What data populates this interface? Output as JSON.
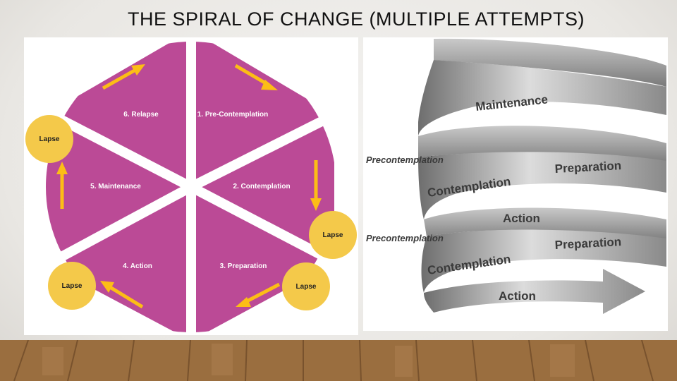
{
  "slide": {
    "title": "THE SPIRAL OF CHANGE (MULTIPLE ATTEMPTS)"
  },
  "colors": {
    "segment": "#bb4a96",
    "lapse": "#f4c94a",
    "arrow": "#fcbd16",
    "ribbon_light": "#d8d8d8",
    "ribbon_dark": "#6e6e6e",
    "ribbon_text": "#3a3a3a"
  },
  "wheel": {
    "segments": [
      {
        "label": "1. Pre-Contemplation"
      },
      {
        "label": "2. Contemplation"
      },
      {
        "label": "3. Preparation"
      },
      {
        "label": "4. Action"
      },
      {
        "label": "5. Maintenance"
      },
      {
        "label": "6. Relapse"
      }
    ],
    "lapses": [
      {
        "label": "Lapse"
      },
      {
        "label": "Lapse"
      },
      {
        "label": "Lapse"
      },
      {
        "label": "Lapse"
      }
    ],
    "arrow_icons": [
      "arrow-icon",
      "arrow-icon",
      "arrow-icon",
      "arrow-icon",
      "arrow-icon",
      "arrow-icon"
    ]
  },
  "spiral": {
    "labels": [
      {
        "text": "Maintenance"
      },
      {
        "text": "Precontemplation"
      },
      {
        "text": "Contemplation"
      },
      {
        "text": "Preparation"
      },
      {
        "text": "Action"
      },
      {
        "text": "Precontemplation"
      },
      {
        "text": "Contemplation"
      },
      {
        "text": "Preparation"
      },
      {
        "text": "Action"
      }
    ]
  }
}
